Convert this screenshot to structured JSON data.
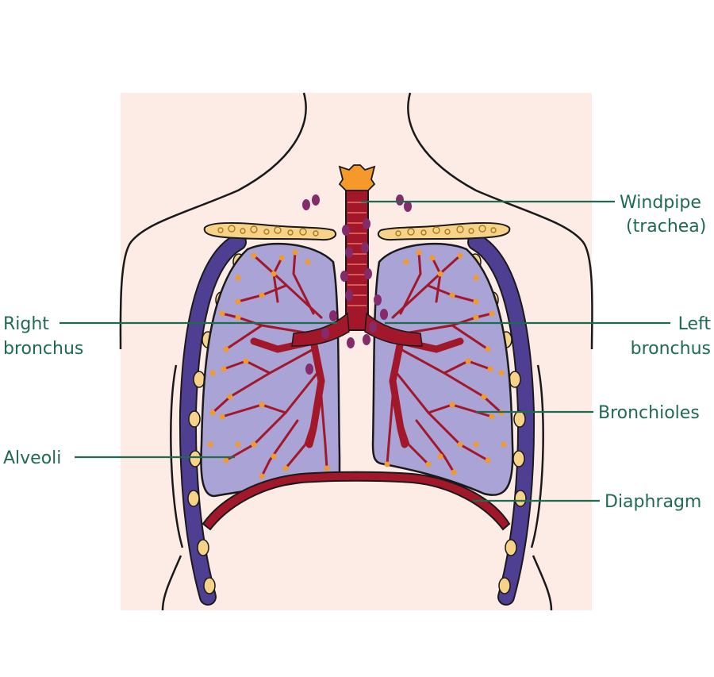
{
  "colors": {
    "label_text": "#1f6b4f",
    "leader_line": "#1f6b4f",
    "body_fill": "#fdebe6",
    "body_outline": "#1a1a1a",
    "lung_fill": "#a9a3d6",
    "pleura_purple": "#4f3f93",
    "airway_red": "#a3172a",
    "alveoli_orange": "#f39a2c",
    "lymph_node_purple": "#852b6a",
    "bone_fill": "#f7d389",
    "larynx_orange": "#f59a2a"
  },
  "labels": {
    "windpipe_line1": "Windpipe",
    "windpipe_line2": "(trachea)",
    "right_bronchus_line1": "Right",
    "right_bronchus_line2": "bronchus",
    "left_bronchus_line1": "Left",
    "left_bronchus_line2": "bronchus",
    "bronchioles": "Bronchioles",
    "alveoli": "Alveoli",
    "diaphragm": "Diaphragm"
  }
}
